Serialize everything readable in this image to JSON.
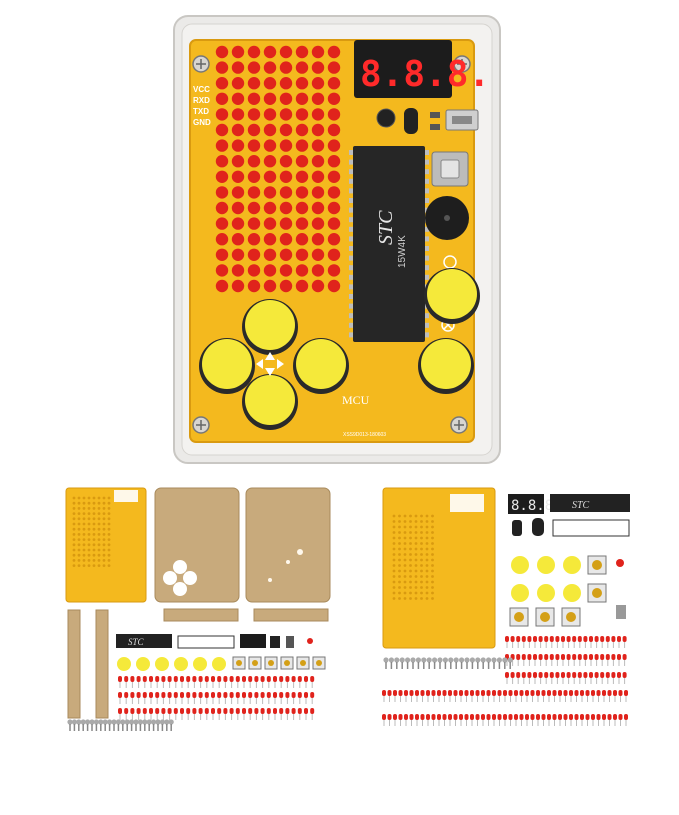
{
  "colors": {
    "background": "#ffffff",
    "pcb": "#f4b91e",
    "pcb_dark": "#d99a10",
    "led_red": "#e0231c",
    "button_yellow": "#f5e93a",
    "acrylic_frame": "#e9e7e4",
    "acrylic_sheet": "#c8aa7c",
    "chip": "#262626",
    "display": "#1c1c1c",
    "segment_red": "#ff2a2a"
  },
  "labels": {
    "pins": [
      "VCC",
      "RXD",
      "TXD",
      "GND"
    ],
    "chip_brand": "STC",
    "chip_part": "15W4K",
    "display_digits": "8.8.8.",
    "board_title": "MCU",
    "board_serial": "XSS9D013-180603",
    "small_chip_brand": "STC"
  },
  "icons": {
    "circle_symbol": "circle-symbol-icon",
    "cross_symbol": "cross-symbol-icon",
    "arrow_symbols": "direction-arrow-icon"
  }
}
